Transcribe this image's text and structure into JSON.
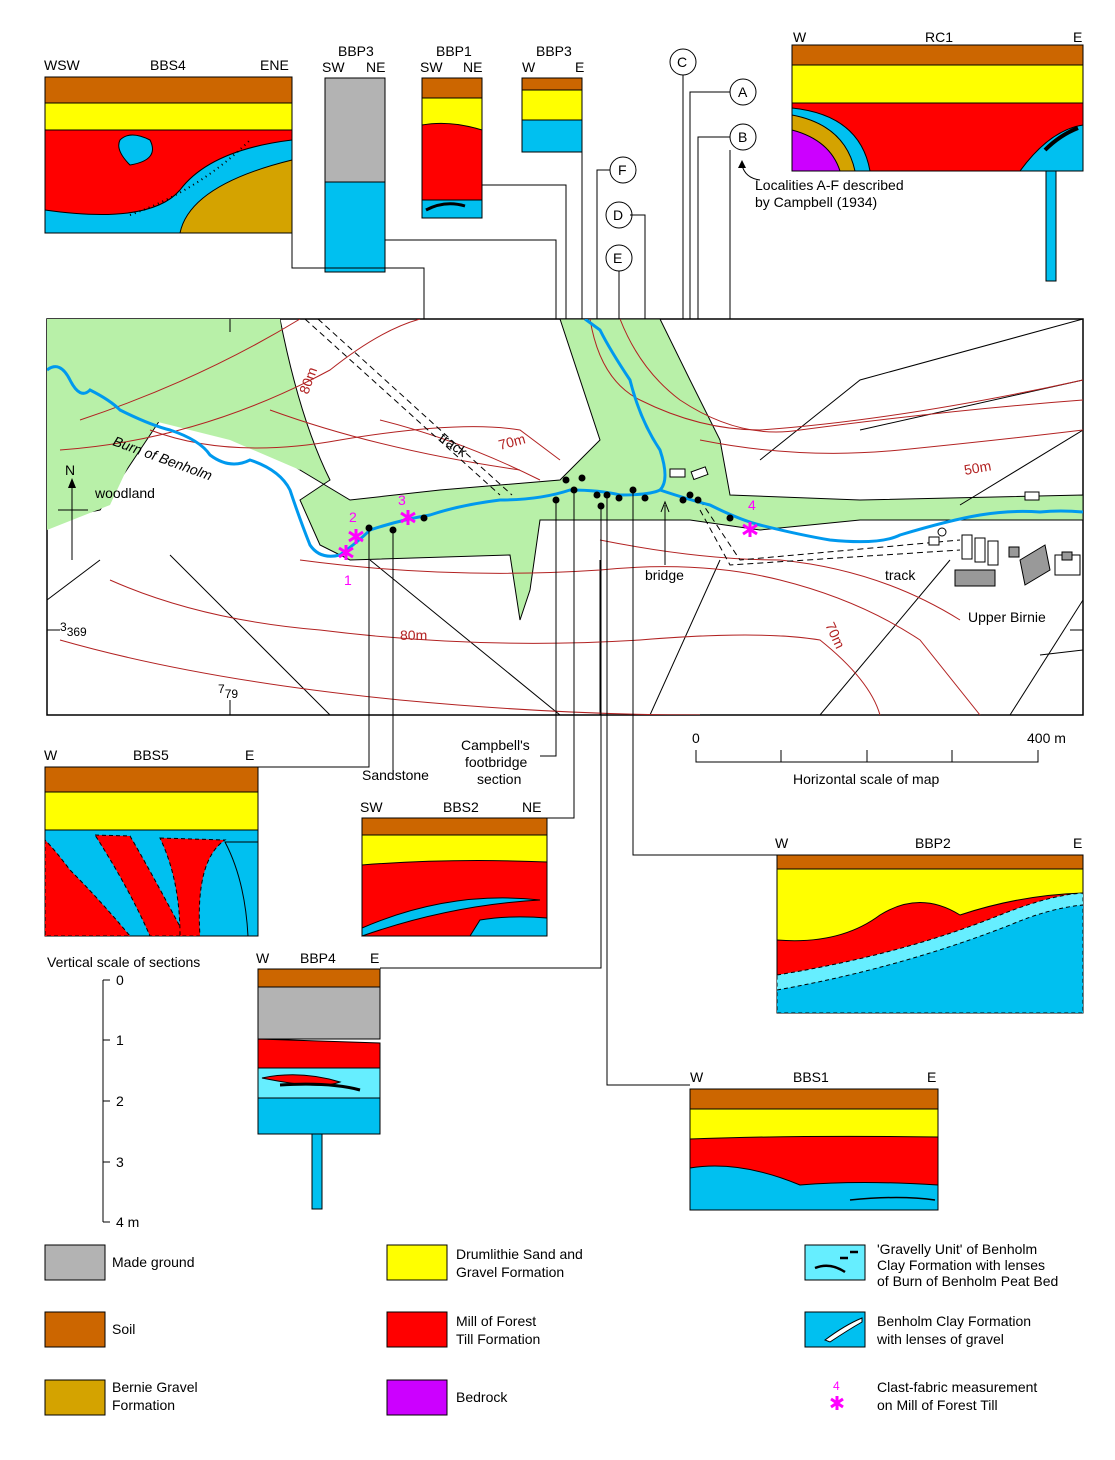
{
  "colors": {
    "soil": "#cc6600",
    "drumlithie": "#ffff00",
    "mill_of_forest": "#ff0000",
    "bernie": "#d4a300",
    "benholm_clay": "#00c0f0",
    "gravelly_unit": "#66eeff",
    "made_ground": "#b3b3b3",
    "bedrock": "#cc00ff",
    "woodland": "#b8f0a8",
    "contour": "#b22222",
    "river": "#0099ee",
    "clast_marker": "#ff00ff"
  },
  "sections": {
    "bbs4": {
      "title": "BBS4",
      "left": "WSW",
      "right": "ENE"
    },
    "bbp3a": {
      "title": "BBP3",
      "left": "SW",
      "right": "NE"
    },
    "bbp1": {
      "title": "BBP1",
      "left": "SW",
      "right": "NE"
    },
    "bbp3b": {
      "title": "BBP3",
      "left": "W",
      "right": "E"
    },
    "rc1": {
      "title": "RC1",
      "left": "W",
      "right": "E"
    },
    "bbs5": {
      "title": "BBS5",
      "left": "W",
      "right": "E"
    },
    "bbs2": {
      "title": "BBS2",
      "left": "SW",
      "right": "NE"
    },
    "bbp4": {
      "title": "BBP4",
      "left": "W",
      "right": "E"
    },
    "bbp2": {
      "title": "BBP2",
      "left": "W",
      "right": "E"
    },
    "bbs1": {
      "title": "BBS1",
      "left": "W",
      "right": "E"
    }
  },
  "localities": {
    "A": "A",
    "B": "B",
    "C": "C",
    "D": "D",
    "E": "E",
    "F": "F",
    "note_line1": "Localities A-F described",
    "note_line2": "by Campbell (1934)"
  },
  "map": {
    "river_name": "Burn of Benholm",
    "woodland": "woodland",
    "north": "N",
    "track1": "track",
    "track2": "track",
    "bridge": "bridge",
    "upper_birnie": "Upper Birnie",
    "grid_northing": "369",
    "grid_northing_sup": "3",
    "grid_easting": "79",
    "grid_easting_sup": "7",
    "contours": {
      "c80a": "80m",
      "c70a": "70m",
      "c50": "50m",
      "c80b": "80m",
      "c70b": "70m"
    },
    "clast_sites": [
      "1",
      "2",
      "3",
      "4"
    ],
    "sandstone": "Sandstone",
    "footbridge_line1": "Campbell's",
    "footbridge_line2": "footbridge",
    "footbridge_line3": "section"
  },
  "map_scale": {
    "start": "0",
    "end": "400 m",
    "title": "Horizontal scale of map"
  },
  "vertical_scale": {
    "title": "Vertical scale of sections",
    "ticks": [
      "0",
      "1",
      "2",
      "3",
      "4 m"
    ]
  },
  "legend": {
    "made_ground": "Made ground",
    "soil": "Soil",
    "bernie_1": "Bernie Gravel",
    "bernie_2": "Formation",
    "drumlithie_1": "Drumlithie Sand and",
    "drumlithie_2": "Gravel Formation",
    "mof_1": "Mill of Forest",
    "mof_2": "Till Formation",
    "bedrock": "Bedrock",
    "gravelly_1": "'Gravelly Unit' of Benholm",
    "gravelly_2": "Clay Formation with lenses",
    "gravelly_3": "of Burn of Benholm Peat Bed",
    "benholm_1": "Benholm Clay Formation",
    "benholm_2": "with lenses of gravel",
    "clast_num": "4",
    "clast_1": "Clast-fabric measurement",
    "clast_2": "on Mill of Forest Till"
  }
}
